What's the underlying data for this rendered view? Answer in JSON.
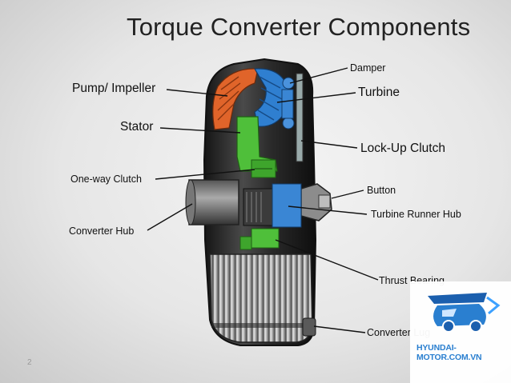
{
  "title": "Torque Converter Components",
  "labels": {
    "pump_impeller": "Pump/ Impeller",
    "stator": "Stator",
    "one_way_clutch": "One-way Clutch",
    "converter_hub": "Converter Hub",
    "damper": "Damper",
    "turbine": "Turbine",
    "lock_up_clutch": "Lock-Up Clutch",
    "button": "Button",
    "turbine_runner_hub": "Turbine Runner Hub",
    "thrust_bearing": "Thrust Bearing",
    "converter_lug": "Converter Lug"
  },
  "slide_number": "2",
  "watermark": {
    "text": "HYUNDAI-MOTOR.COM.VN",
    "logo": "car-logo-icon"
  },
  "colors": {
    "pump": "#e0642a",
    "turbine": "#2f7fd0",
    "stator": "#4fbf3a",
    "housing": "#3a3a3a",
    "watermark_text": "#2a7fd0"
  }
}
